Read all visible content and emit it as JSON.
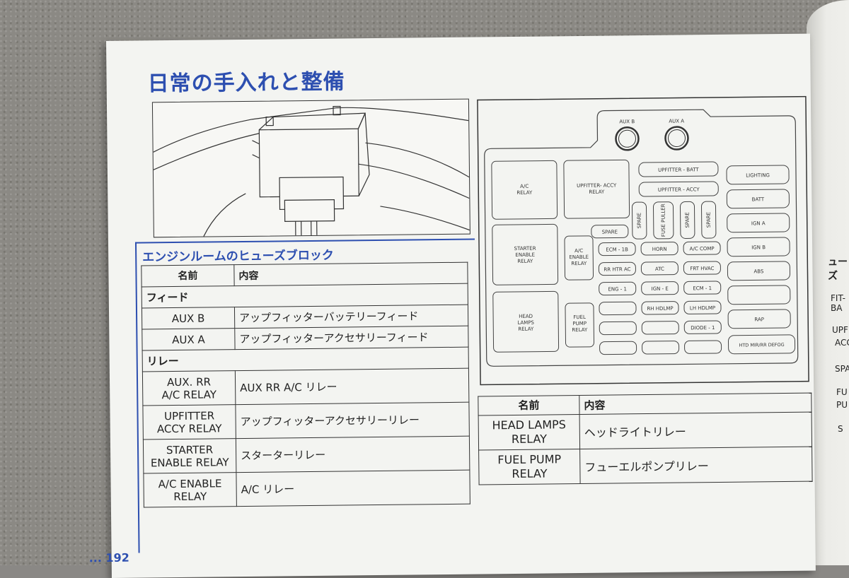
{
  "header": {
    "title": "日常の手入れと整備"
  },
  "section": {
    "title": "エンジンルームのヒューズブロック"
  },
  "table1": {
    "head": [
      "名前",
      "内容"
    ],
    "groups": [
      {
        "label": "フィード",
        "rows": [
          {
            "name": "AUX B",
            "content": "アップフィッターバッテリーフィード"
          },
          {
            "name": "AUX A",
            "content": "アップフィッターアクセサリーフィード"
          }
        ]
      },
      {
        "label": "リレー",
        "rows": [
          {
            "name1": "AUX. RR",
            "name2": "A/C RELAY",
            "content": "AUX RR A/C リレー"
          },
          {
            "name1": "UPFITTER",
            "name2": "ACCY RELAY",
            "content": "アップフィッターアクセサリーリレー"
          },
          {
            "name1": "STARTER",
            "name2": "ENABLE RELAY",
            "content": "スターターリレー"
          },
          {
            "name1": "A/C ENABLE",
            "name2": "RELAY",
            "content": "A/C リレー"
          }
        ]
      }
    ]
  },
  "table2": {
    "head": [
      "名前",
      "内容"
    ],
    "rows": [
      {
        "name1": "HEAD LAMPS",
        "name2": "RELAY",
        "content": "ヘッドライトリレー"
      },
      {
        "name1": "FUEL PUMP",
        "name2": "RELAY",
        "content": "フューエルポンプリレー"
      }
    ]
  },
  "diagram": {
    "aux": [
      "AUX B",
      "AUX A"
    ],
    "relays": [
      [
        "A/C",
        "RELAY"
      ],
      [
        "UPFITTER- ACCY",
        "RELAY"
      ],
      [
        "STARTER",
        "ENABLE",
        "RELAY"
      ],
      [
        "HEAD",
        "LAMPS",
        "RELAY"
      ]
    ],
    "small_relays": [
      [
        "A/C",
        "ENABLE",
        "RELAY"
      ],
      [
        "FUEL",
        "PUMP",
        "RELAY"
      ]
    ],
    "vertical": [
      "SPARE",
      "FUSE PULLER",
      "SPARE",
      "SPARE"
    ],
    "fuses": [
      "UPFITTER - BATT",
      "UPFITTER - ACCY",
      "SPARE",
      "ECM - 1B",
      "HORN",
      "A/C COMP",
      "RR HTR AC",
      "ATC",
      "FRT HVAC",
      "ENG - 1",
      "IGN - E",
      "ECM - 1",
      "RH HDLMP",
      "LH HDLMP",
      "DIODE - 1"
    ],
    "right_col": [
      "LIGHTING",
      "BATT",
      "IGN A",
      "IGN B",
      "ABS",
      "RAP",
      "HTD MIR/RR DEFOG"
    ]
  },
  "right_page": {
    "a": "ューズ",
    "b": "FIT-BA",
    "c": "UPFIT",
    "d": "ACC",
    "e": "SPA",
    "f": "FU",
    "g": "PU",
    "h": "S"
  },
  "footer": {
    "dots": "...",
    "page": "192"
  }
}
